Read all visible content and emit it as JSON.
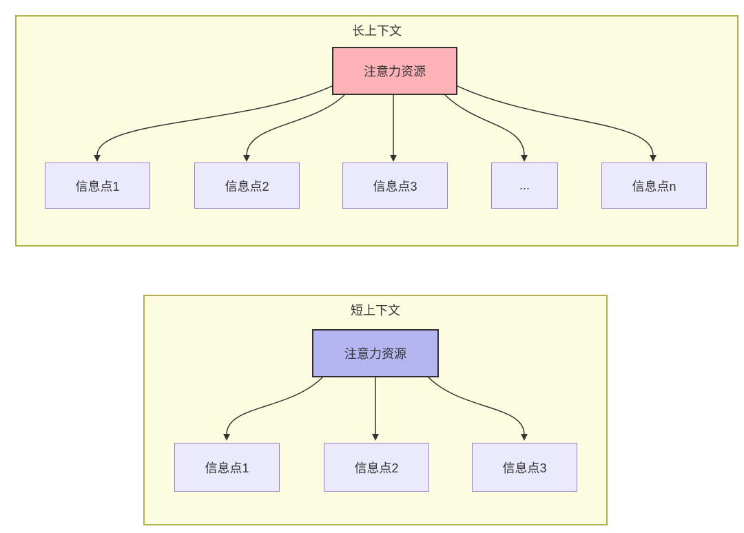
{
  "long_context": {
    "title": "长上下文",
    "hub": {
      "label": "注意力资源"
    },
    "items": [
      {
        "label": "信息点1"
      },
      {
        "label": "信息点2"
      },
      {
        "label": "信息点3"
      },
      {
        "label": "..."
      },
      {
        "label": "信息点n"
      }
    ]
  },
  "short_context": {
    "title": "短上下文",
    "hub": {
      "label": "注意力资源"
    },
    "items": [
      {
        "label": "信息点1"
      },
      {
        "label": "信息点2"
      },
      {
        "label": "信息点3"
      }
    ]
  },
  "colors": {
    "container_fill": "#fcfce1",
    "container_border": "#b1b14e",
    "hub_long_fill": "#fcb2b6",
    "hub_short_fill": "#b5b5f2",
    "node_fill": "#eaeafc",
    "node_border": "#9b7bd4",
    "hub_border": "#2f2f2f",
    "line": "#333333",
    "text": "#333333"
  }
}
